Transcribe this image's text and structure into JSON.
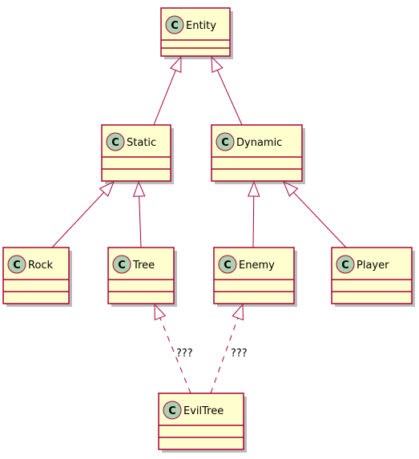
{
  "diagram": {
    "type": "class-diagram",
    "colors": {
      "class_fill": "#FEFECE",
      "class_border": "#A80036",
      "badge_fill": "#ADD1B2",
      "badge_border": "#A80036",
      "edge": "#A80036",
      "shadow": "#6B6B6B"
    },
    "badge_letter": "C",
    "classes": [
      {
        "id": "entity",
        "name": "Entity"
      },
      {
        "id": "static",
        "name": "Static"
      },
      {
        "id": "dynamic",
        "name": "Dynamic"
      },
      {
        "id": "rock",
        "name": "Rock"
      },
      {
        "id": "tree",
        "name": "Tree"
      },
      {
        "id": "enemy",
        "name": "Enemy"
      },
      {
        "id": "player",
        "name": "Player"
      },
      {
        "id": "eviltree",
        "name": "EvilTree"
      }
    ],
    "relations": [
      {
        "from": "static",
        "to": "entity",
        "kind": "extends",
        "style": "solid",
        "label": ""
      },
      {
        "from": "dynamic",
        "to": "entity",
        "kind": "extends",
        "style": "solid",
        "label": ""
      },
      {
        "from": "rock",
        "to": "static",
        "kind": "extends",
        "style": "solid",
        "label": ""
      },
      {
        "from": "tree",
        "to": "static",
        "kind": "extends",
        "style": "solid",
        "label": ""
      },
      {
        "from": "enemy",
        "to": "dynamic",
        "kind": "extends",
        "style": "solid",
        "label": ""
      },
      {
        "from": "player",
        "to": "dynamic",
        "kind": "extends",
        "style": "solid",
        "label": ""
      },
      {
        "from": "eviltree",
        "to": "tree",
        "kind": "extends",
        "style": "dashed",
        "label": "???"
      },
      {
        "from": "eviltree",
        "to": "enemy",
        "kind": "extends",
        "style": "dashed",
        "label": "???"
      }
    ]
  }
}
